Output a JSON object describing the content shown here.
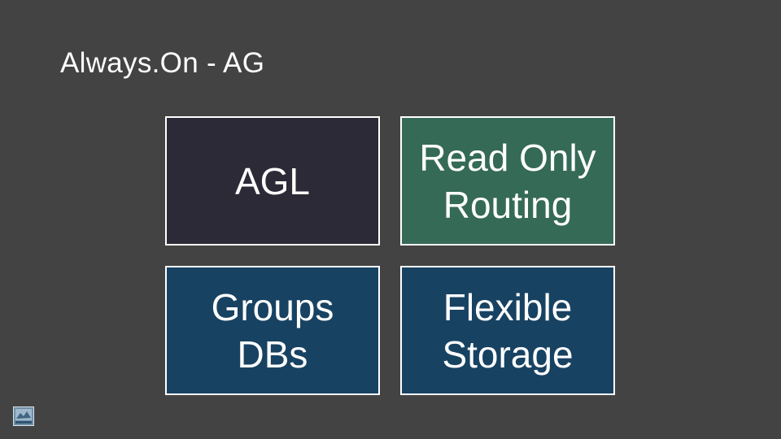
{
  "slide": {
    "title": "Always.On - AG"
  },
  "tiles": [
    {
      "lines": [
        "AGL"
      ],
      "color": "#2b2a36"
    },
    {
      "lines": [
        "Read Only",
        "Routing"
      ],
      "color": "#356a56"
    },
    {
      "lines": [
        "Groups",
        "DBs"
      ],
      "color": "#184262"
    },
    {
      "lines": [
        "Flexible",
        "Storage"
      ],
      "color": "#184262"
    }
  ],
  "colors": {
    "background": "#434343",
    "border": "#ffffff",
    "text": "#ffffff"
  },
  "logo": {
    "icon": "presentation-logo-icon"
  }
}
